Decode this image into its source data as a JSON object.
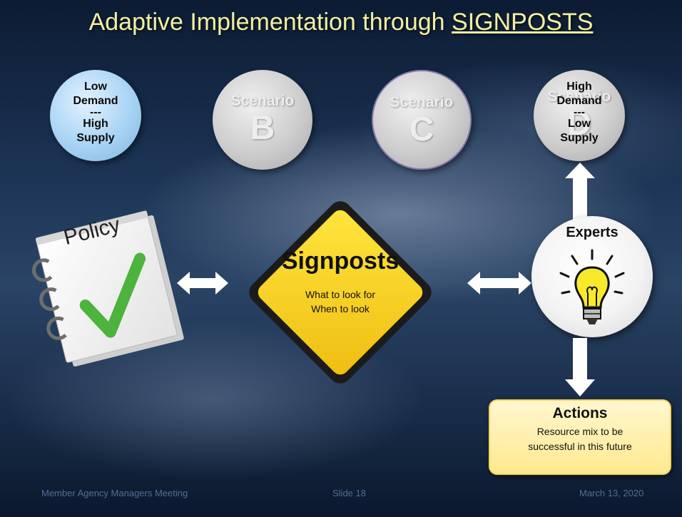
{
  "title": {
    "prefix": "Adaptive Implementation through ",
    "highlight": "SIGNPOSTS"
  },
  "scenarios": [
    {
      "lines": [
        "Low",
        "Demand",
        "---",
        "High",
        "Supply"
      ]
    },
    {
      "label": "Scenario",
      "letter": "B"
    },
    {
      "label": "Scenario",
      "letter": "C"
    },
    {
      "label": "Scenario",
      "letter": "D",
      "lines": [
        "High",
        "Demand",
        "---",
        "Low",
        "Supply"
      ]
    }
  ],
  "policy": {
    "text": "Policy"
  },
  "signposts": {
    "title": "Signposts",
    "lines": [
      "What to look for",
      "When to look"
    ]
  },
  "experts": {
    "title": "Experts"
  },
  "actions": {
    "title": "Actions",
    "lines": [
      "Resource mix to be",
      "successful in this future"
    ]
  },
  "footer": {
    "left": "Member Agency Managers Meeting",
    "center": "Slide 18",
    "right": "March 13, 2020"
  },
  "colors": {
    "title": "#f2f0a0",
    "scenario_a": "#a8d3f4",
    "scenario_grey": "#cdcdcd",
    "signpost": "#f7d11e",
    "actions_box": "#ffe98f",
    "check": "#4cb33c"
  }
}
